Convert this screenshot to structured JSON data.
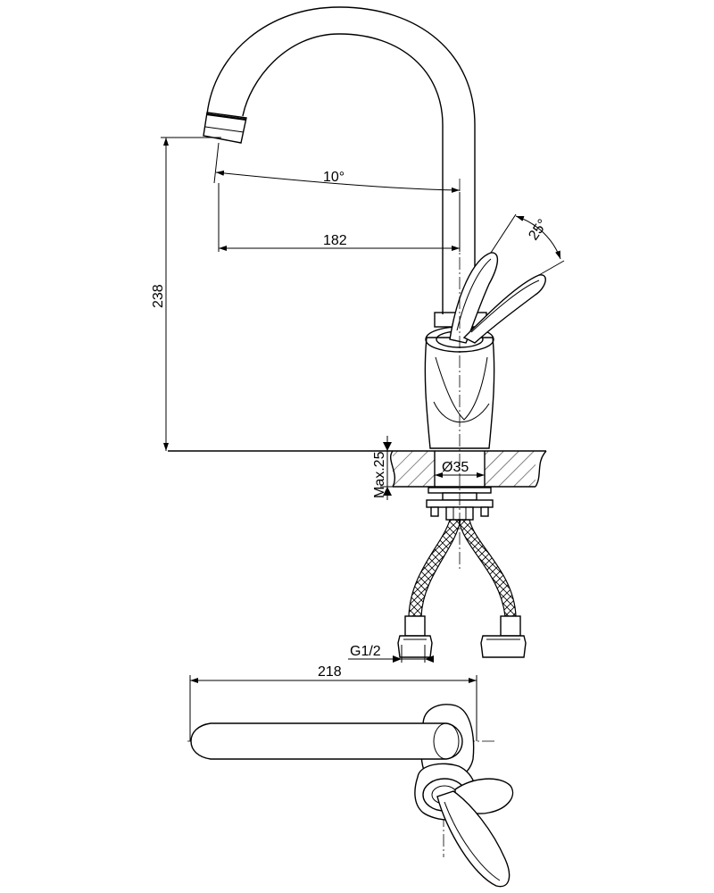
{
  "drawing": {
    "dimensions": {
      "spout_angle": "10°",
      "spout_reach": "182",
      "total_height": "238",
      "lever_angle": "25°",
      "max_thickness": "Max.25",
      "hole_diameter": "Ø35",
      "thread": "G1/2",
      "top_view_length": "218"
    }
  }
}
